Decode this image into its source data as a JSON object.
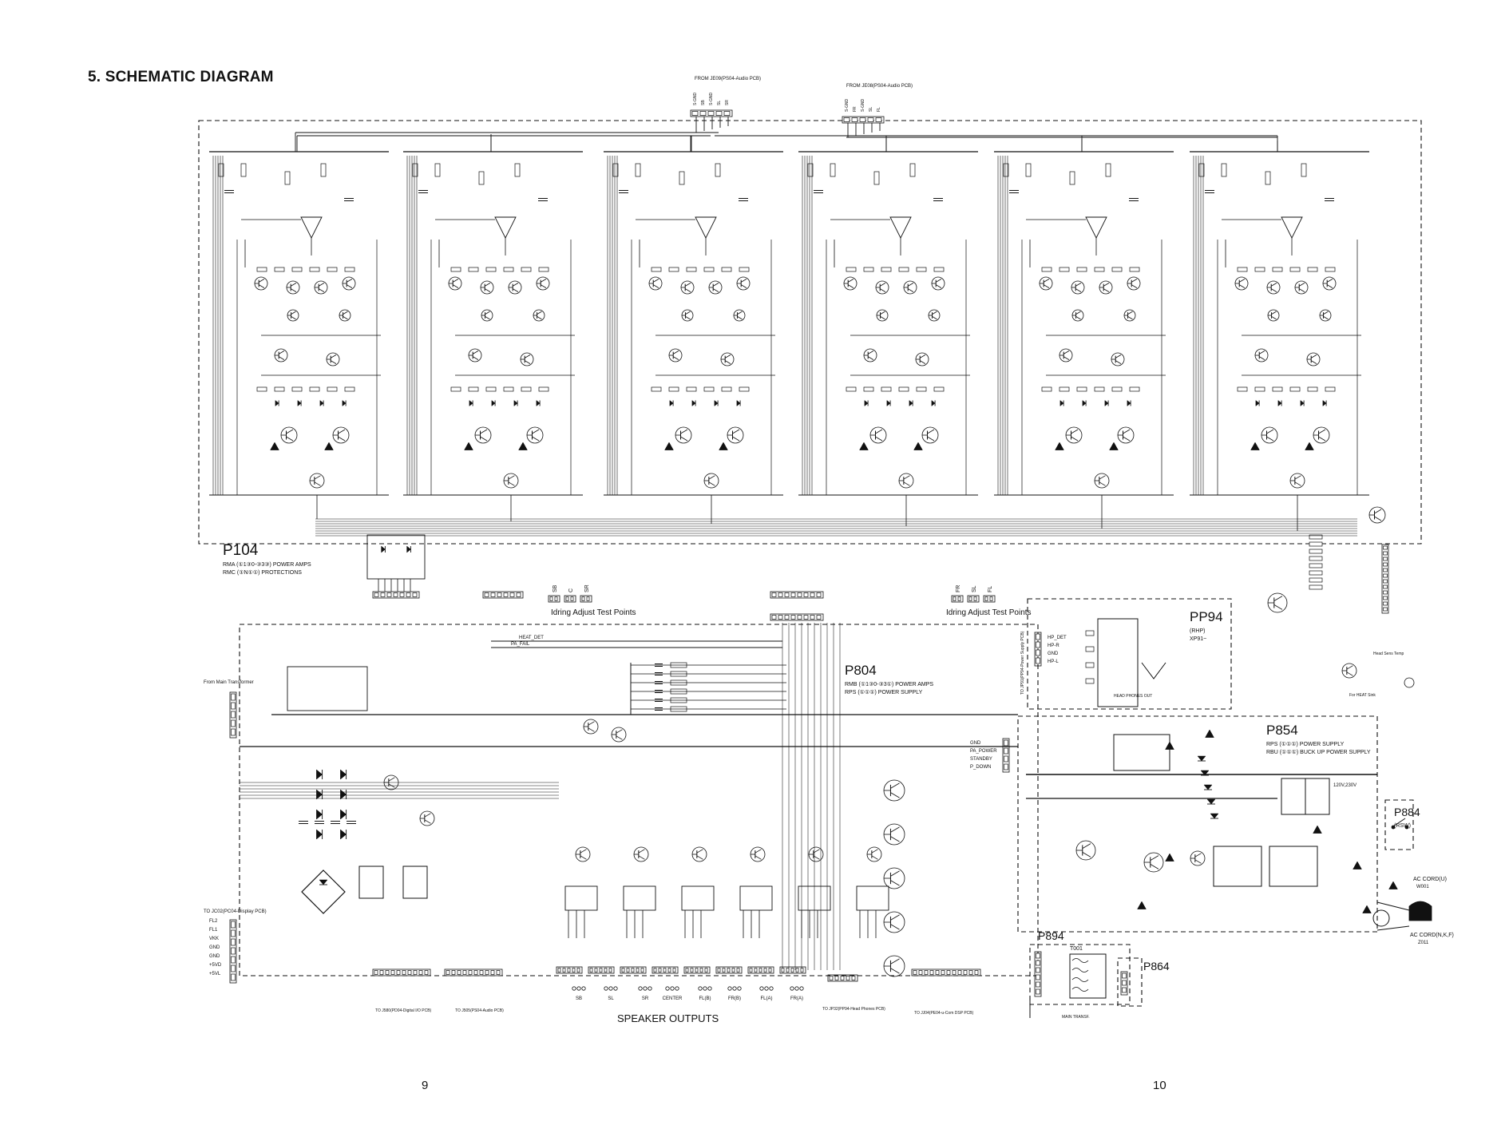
{
  "page": {
    "title": "5. SCHEMATIC DIAGRAM",
    "page_left": "9",
    "page_right": "10"
  },
  "boards": [
    {
      "id": "P104",
      "line1": "RMA (①1③0-③3③) POWER AMPS",
      "line2": "RMC (①N①①)     PROTECTIONS"
    },
    {
      "id": "P804",
      "line1": "RMB (①1③0-③3①) POWER AMPS",
      "line2": "RPS (①①①)        POWER SUPPLY"
    },
    {
      "id": "PP94",
      "line1": "(RHP)",
      "line2": "XP91~"
    },
    {
      "id": "P854",
      "line1": "RPS (①①①) POWER SUPPLY",
      "line2": "RBU (①①①) BUCK UP POWER SUPPLY"
    },
    {
      "id": "P884",
      "line1": "(RSW)",
      "line2": ""
    },
    {
      "id": "P894",
      "line1": "",
      "line2": ""
    },
    {
      "id": "P864",
      "line1": "",
      "line2": ""
    }
  ],
  "labels": {
    "from_je09": "FROM JE09(PS04-Audio PCB)",
    "from_je08": "FROM JE08(PS04-Audio PCB)",
    "je09_pins": [
      "S-GND",
      "SB",
      "S-GND",
      "SL",
      "SR"
    ],
    "je08_pins": [
      "S-GND",
      "FR",
      "S-GND",
      "SL",
      "FL"
    ],
    "idring_left": "Idring Adjust Test Points",
    "idring_right": "Idring Adjust Test Points",
    "test_left": [
      "SB",
      "C",
      "SR"
    ],
    "test_right": [
      "FR",
      "SL",
      "FL"
    ],
    "heat_det": "HEAT_DET",
    "pa_fail": "PA_FAIL",
    "from_main_transformer": "From Main Transformer",
    "to_jc02": "TO JC02(PC04-Display PCB)",
    "display_pins": [
      "FL2",
      "FL1",
      "VKK",
      "GND",
      "GND",
      "+5VD",
      "+5VL"
    ],
    "to_j580": "TO J580(PD04-Digital I/O PCB)",
    "to_j505": "TO J505(PS04-Audio PCB)",
    "to_jp32": "TO JP32(PP94-Head Phones PCB)",
    "to_jj04": "TO JJ04(PE04-u-Com DSP PCB)",
    "speaker_outputs": "SPEAKER OUTPUTS",
    "speaker_groups": [
      "SB",
      "SL",
      "SR",
      "CENTER",
      "FL(B)",
      "FR(B)",
      "FL(A)",
      "FR(A)"
    ],
    "hp_pins": [
      "HP_DET",
      "HP-R",
      "GND",
      "HP-L"
    ],
    "headphones_out": "HEAD PHONES OUT",
    "to_jp91": "TO JP91(PP94-Power Supply PCB)",
    "ps_pins": [
      "GND",
      "PA_POWER",
      "STANDBY",
      "P_DOWN"
    ],
    "ac_cord_u": "AC CORD(U)",
    "ac_cord_u_ref": "W001",
    "ac_cord_nkf": "AC CORD(N,K,F)",
    "ac_cord_nkf_ref": "Z011",
    "voltage_sel": "120V,230V",
    "t001": "T001",
    "main_trans": "MAIN TRANSF.",
    "for_heat_sink": "For HEAT Sink",
    "head_sens": "Head Sens Temp",
    "amp_channels": [
      "SB",
      "C",
      "SR",
      "FR",
      "SL",
      "FL"
    ]
  },
  "colors": {
    "line": "#111111",
    "boundary": "#222222",
    "background": "#ffffff"
  }
}
